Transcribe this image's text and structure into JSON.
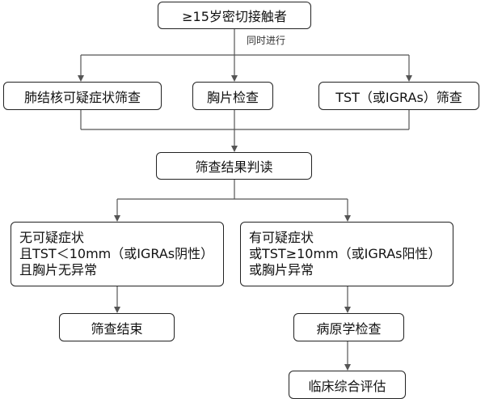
{
  "nodes": {
    "start": "≥15岁密切接触者",
    "symptom_screen": "肺结核可疑症状筛查",
    "chest_xray": "胸片检查",
    "tst_screen": "TST（或IGRAs）筛查",
    "result_reading": "筛查结果判读",
    "negative": [
      "无可疑症状",
      "且TST＜10mm（或IGRAs阴性）",
      "且胸片无异常"
    ],
    "positive": [
      "有可疑症状",
      "或TST≥10mm（或IGRAs阳性）",
      "或胸片异常"
    ],
    "screen_end": "筛查结束",
    "pathogen_test": "病原学检查",
    "clinical_eval": "临床综合评估"
  },
  "edge_labels": {
    "parallel": "同时进行"
  }
}
